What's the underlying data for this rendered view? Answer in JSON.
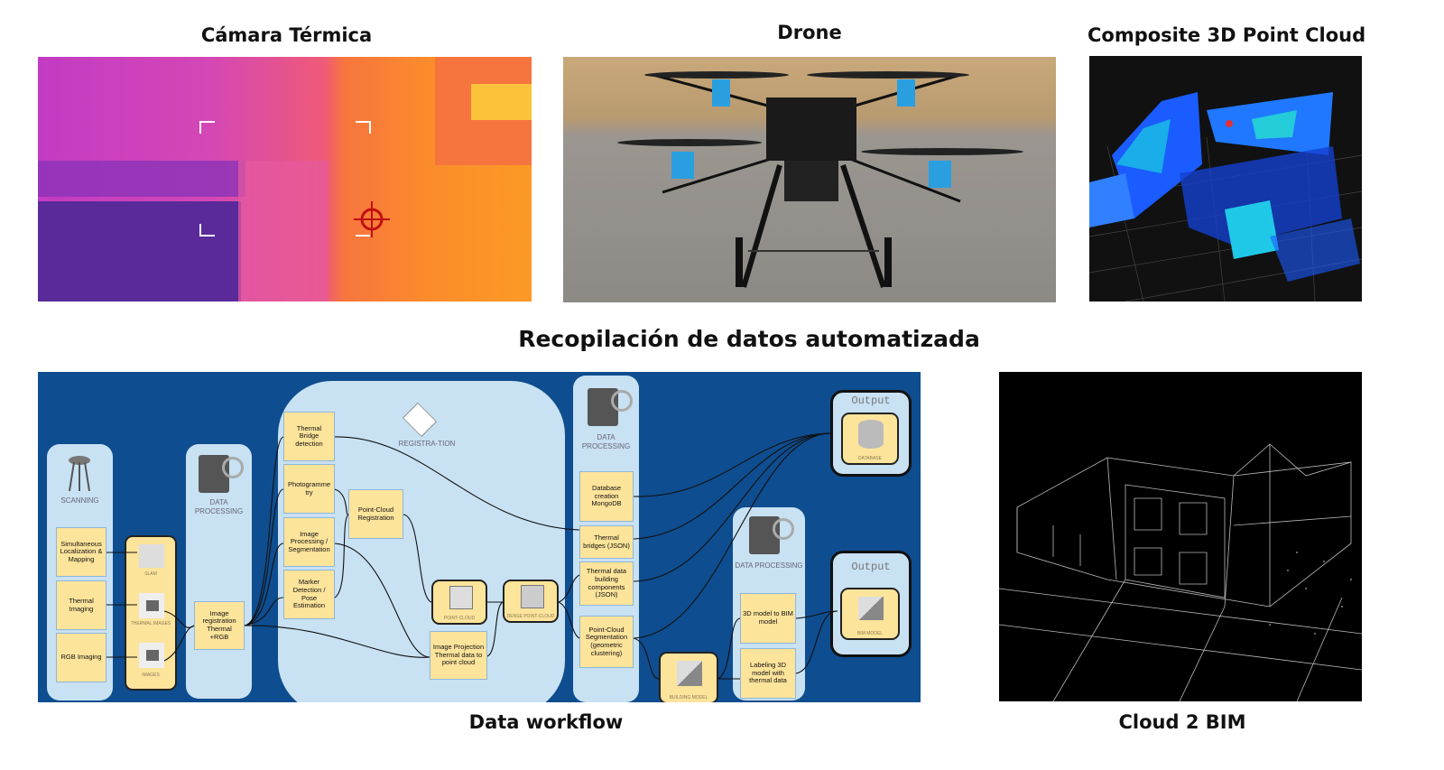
{
  "captions": {
    "thermal_camera": "Cámara Térmica",
    "drone": "Drone",
    "point_cloud": "Composite 3D Point Cloud",
    "section_title": "Recopilación de datos automatizada",
    "workflow": "Data workflow",
    "cloud2bim": "Cloud 2 BIM"
  },
  "workflow": {
    "scanning": {
      "label": "SCANNING",
      "items": [
        "Simultaneous Localization & Mapping",
        "Thermal Imaging",
        "RGB Imaging"
      ]
    },
    "inputs": [
      "SLAM",
      "THERMAL IMAGES",
      "IMAGES"
    ],
    "processing1": {
      "label": "DATA PROCESSING",
      "item": "Image registration Thermal +RGB"
    },
    "registration": {
      "label": "REGISTRA-TION",
      "steps": [
        "Thermal Bridge detection",
        "Photogramme try",
        "Image Processing / Segmentation",
        "Marker Detection / Pose Estimation"
      ],
      "pc_registration": "Point-Cloud Registration",
      "pointcloud": "POINT-CLOUD",
      "projection": "Image Projection Thermal data to point cloud",
      "dense": "DENSE POINT-CLOUD"
    },
    "processing2": {
      "label": "DATA PROCESSING",
      "items": [
        "Database creation MongoDB",
        "Thermal bridges (JSON)",
        "Thermal data building components (JSON)",
        "Point-Cloud Segmentation (geometric clustering)"
      ]
    },
    "building_model": "BUILDING MODEL",
    "processing3": {
      "label": "DATA PROCESSING",
      "items": [
        "3D model to BIM model",
        "Labeling 3D model with thermal data"
      ]
    },
    "outputs": [
      {
        "title": "Output",
        "label": "DATABASE"
      },
      {
        "title": "Output",
        "label": "BIM MODEL"
      }
    ]
  }
}
